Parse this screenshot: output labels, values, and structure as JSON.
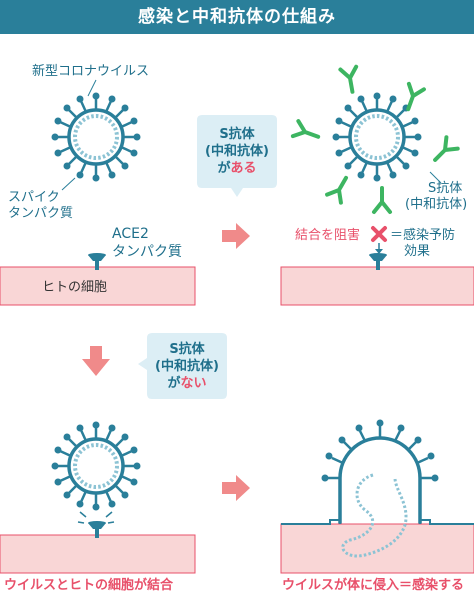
{
  "title": "感染と中和抗体の仕組み",
  "labels": {
    "virus_name": "新型コロナウイルス",
    "spike_line1": "スパイク",
    "spike_line2": "タンパク質",
    "ace2_line1": "ACE2",
    "ace2_line2": "タンパク質",
    "cell": "ヒトの細胞",
    "antibody_line1": "S抗体",
    "antibody_line2": "(中和抗体)",
    "block_text": "結合を阻害",
    "effect_line1": "＝感染予防",
    "effect_line2": "効果"
  },
  "bubbles": {
    "present": {
      "line1": "S抗体",
      "line2": "(中和抗体)",
      "line3_prefix": "が",
      "line3_highlight": "ある"
    },
    "absent": {
      "line1": "S抗体",
      "line2": "(中和抗体)",
      "line3_prefix": "が",
      "line3_highlight": "ない"
    }
  },
  "captions": {
    "binding": "ウイルスとヒトの細胞が結合",
    "infection": "ウイルスが体に侵入＝感染する"
  },
  "colors": {
    "title_bg": "#2a7f9a",
    "virus_stroke": "#2a7f9a",
    "antibody": "#3db561",
    "cell_fill": "#f9d6d6",
    "cell_stroke": "#e8506a",
    "arrow": "#f08a8a",
    "bubble_bg": "#dceef5",
    "highlight": "#e8506a"
  }
}
